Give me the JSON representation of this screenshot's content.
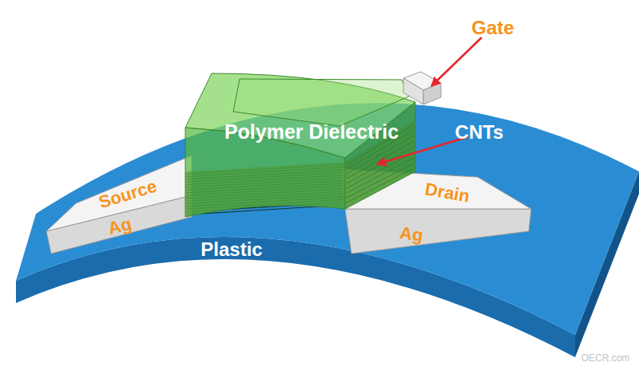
{
  "diagram": {
    "nodes": [
      {
        "text": [
          "Polymer Dielectric"
        ]
      },
      {
        "text": [
          "Source",
          "Ag"
        ]
      },
      {
        "text": [
          "Drain",
          "Ag"
        ]
      },
      {
        "text": [
          "Plastic"
        ]
      }
    ],
    "labels": [
      "Gate",
      "CNTs",
      "OECR.com"
    ]
  }
}
